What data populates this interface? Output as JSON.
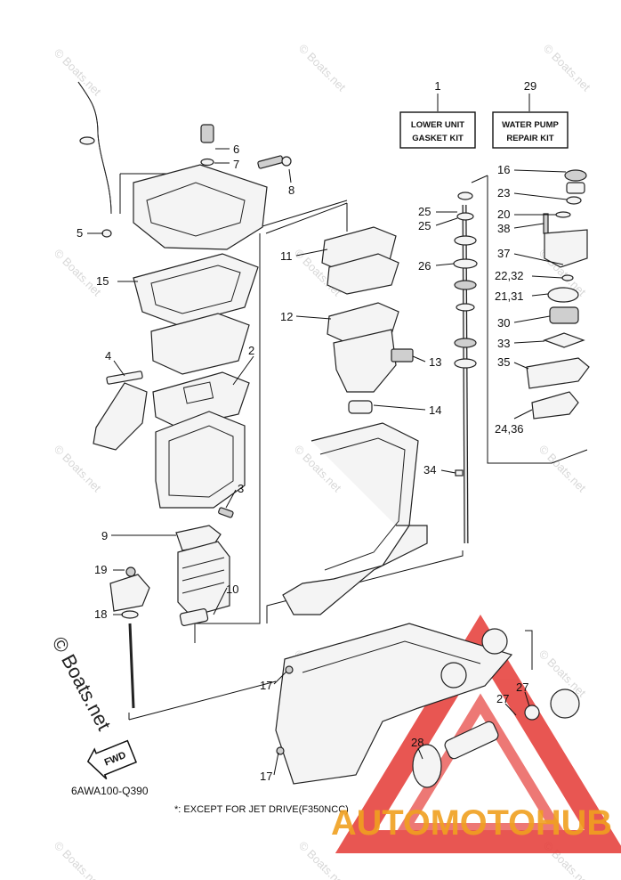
{
  "diagram": {
    "part_callouts": [
      "1",
      "2",
      "3",
      "4",
      "5",
      "6",
      "7",
      "8",
      "9",
      "10",
      "11",
      "12",
      "13",
      "14",
      "15",
      "16",
      "17",
      "17",
      "18",
      "19",
      "20",
      "21,31",
      "22,32",
      "23",
      "24,36",
      "25",
      "25",
      "26",
      "27",
      "27",
      "28",
      "29",
      "30",
      "33",
      "34",
      "35",
      "37",
      "38"
    ],
    "kit_boxes": [
      {
        "number": "1",
        "line1": "LOWER UNIT",
        "line2": "GASKET KIT"
      },
      {
        "number": "29",
        "line1": "WATER PUMP",
        "line2": "REPAIR KIT"
      }
    ],
    "diagram_code": "6AWA100-Q390",
    "footnote": "*: EXCEPT FOR JET DRIVE(F350NCC)",
    "direction_tag": "FWD"
  },
  "watermark": {
    "text": "© Boats.net",
    "side_text": "© Boats.net"
  },
  "brand": {
    "logo_text": "AUTOMOTOHUB",
    "logo_color": "#f0a020",
    "triangle_color": "#e53935"
  }
}
